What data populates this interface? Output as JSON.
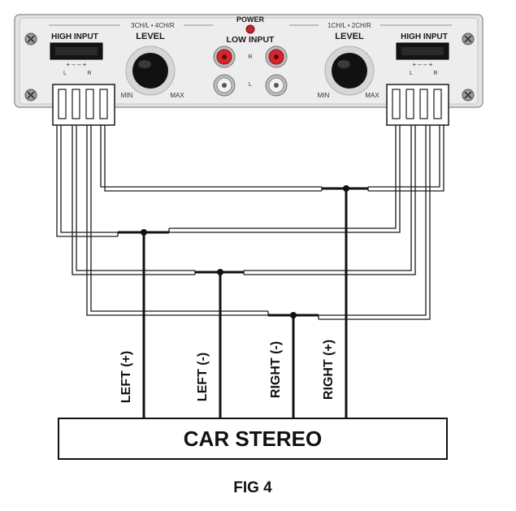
{
  "amplifier_panel": {
    "power_label": "POWER",
    "left_channel_label": "3CH/L • 4CH/R",
    "right_channel_label": "1CH/L • 2CH/R",
    "high_input_label": "HIGH INPUT",
    "level_label": "LEVEL",
    "low_input_label": "LOW INPUT",
    "min_label": "MIN",
    "max_label": "MAX",
    "rca_r_label": "R",
    "rca_l_label": "L",
    "terminal_signs": "+  –  –  +",
    "terminal_l": "L",
    "terminal_r": "R",
    "colors": {
      "panel": "#e4e4e4",
      "knob": "#111111",
      "rca_red": "#d6262b",
      "power_led": "#c0262a"
    }
  },
  "wire_labels": {
    "left_plus": "LEFT (+)",
    "left_minus": "LEFT (-)",
    "right_minus": "RIGHT (-)",
    "right_plus": "RIGHT (+)"
  },
  "car_stereo": {
    "label": "CAR STEREO"
  },
  "figure": {
    "caption": "FIG 4"
  }
}
